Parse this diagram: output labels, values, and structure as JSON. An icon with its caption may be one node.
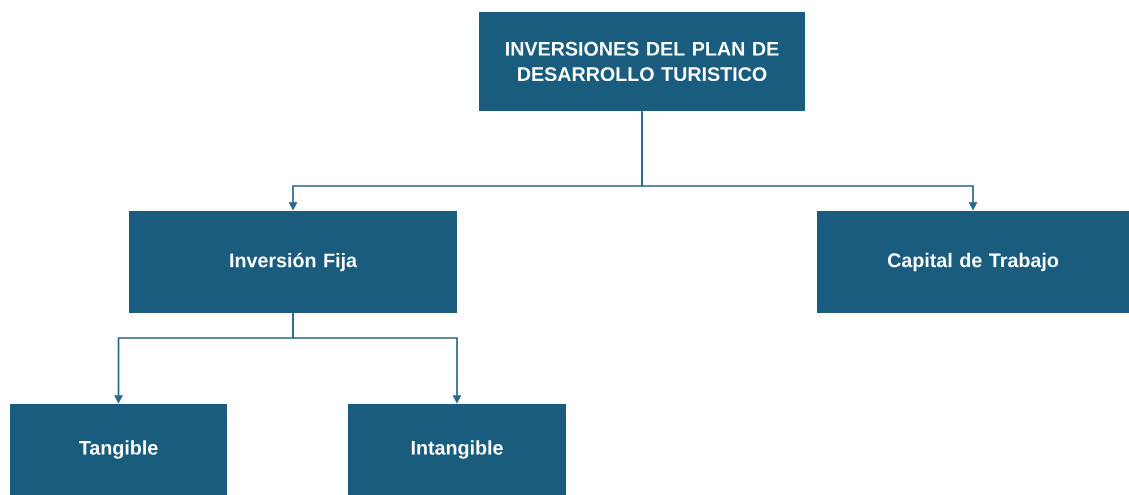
{
  "diagram": {
    "nodes": [
      {
        "text": [
          "INVERSIONES DEL PLAN DE DESARROLLO TURISTICO"
        ]
      },
      {
        "text": [
          "Inversión Fija"
        ]
      },
      {
        "text": [
          "Capital de Trabajo"
        ]
      },
      {
        "text": [
          "Tangible"
        ]
      },
      {
        "text": [
          "Intangible"
        ]
      }
    ],
    "edges": [
      {
        "from": 0,
        "to": 1,
        "arrow": "to"
      },
      {
        "from": 0,
        "to": 2,
        "arrow": "to"
      },
      {
        "from": 1,
        "to": 3,
        "arrow": "to"
      },
      {
        "from": 1,
        "to": 4,
        "arrow": "to"
      }
    ]
  }
}
